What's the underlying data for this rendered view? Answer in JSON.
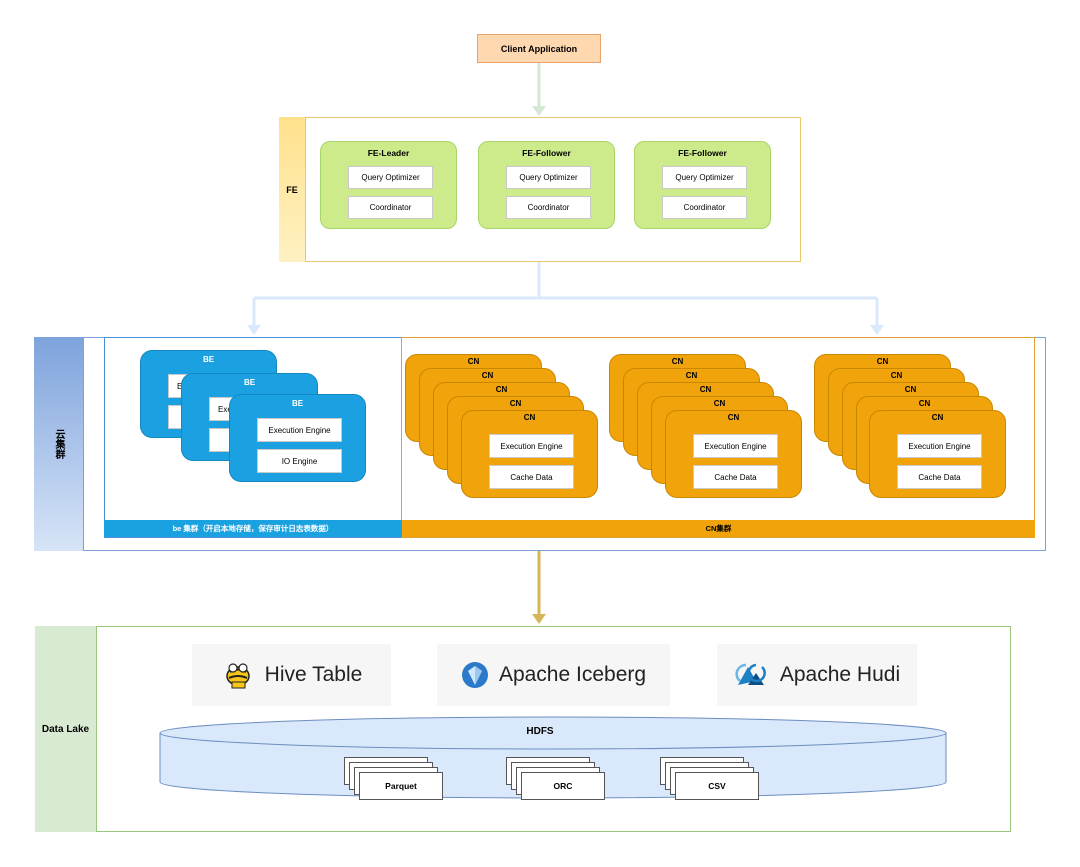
{
  "client": {
    "label": "Client Application"
  },
  "fe": {
    "label": "FE",
    "nodes": [
      {
        "title": "FE-Leader",
        "box1": "Query Optimizer",
        "box2": "Coordinator"
      },
      {
        "title": "FE-Follower",
        "box1": "Query Optimizer",
        "box2": "Coordinator"
      },
      {
        "title": "FE-Follower",
        "box1": "Query Optimizer",
        "box2": "Coordinator"
      }
    ]
  },
  "cloud": {
    "label": "云集群",
    "be_bar": "be 集群（开启本地存储，保存审计日志表数据）",
    "cn_bar": "CN集群",
    "be": {
      "title": "BE",
      "box1": "Execution Engine",
      "box2": "IO Engine",
      "partial1": "Exe",
      "partial_short": "E"
    },
    "cn": {
      "title": "CN",
      "box1": "Execution Engine",
      "box2": "Cache Data"
    }
  },
  "lake": {
    "label": "Data Lake",
    "logos": [
      {
        "name": "Hive Table",
        "icon": "hive-bee-icon"
      },
      {
        "name": "Apache Iceberg",
        "icon": "iceberg-icon"
      },
      {
        "name": "Apache Hudi",
        "icon": "hudi-icon"
      }
    ],
    "hdfs": "HDFS",
    "files": [
      "Parquet",
      "ORC",
      "CSV"
    ]
  },
  "colors": {
    "client_fill": "#ffd8b0",
    "fe_node": "#cdeb8b",
    "be_node": "#1ba1e2",
    "cn_node": "#f0a30a",
    "hdfs_fill": "#dae8fc",
    "arrow_green": "#d5e8d4",
    "arrow_blue": "#dae8fc",
    "arrow_gold": "#d6b656"
  }
}
